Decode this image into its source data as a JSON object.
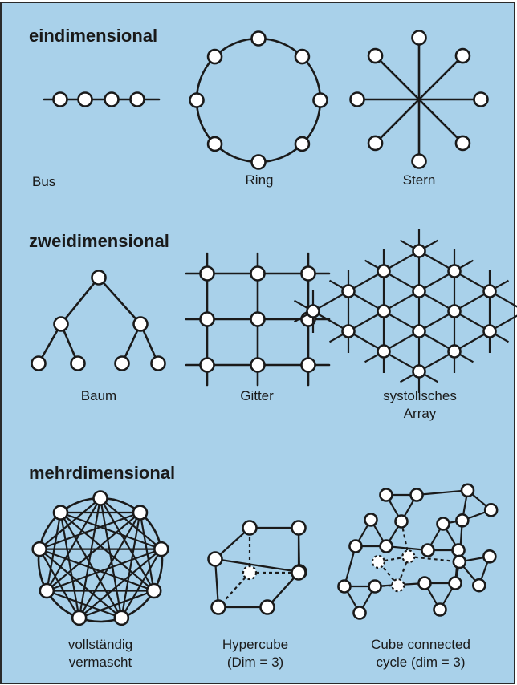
{
  "sections": {
    "one_d": "eindimensional",
    "two_d": "zweidimensional",
    "multi_d": "mehrdimensional"
  },
  "topologies": {
    "bus": "Bus",
    "ring": "Ring",
    "star": "Stern",
    "tree": "Baum",
    "grid": "Gitter",
    "systolic_line1": "systolisches",
    "systolic_line2": "Array",
    "full_line1": "vollständig",
    "full_line2": "vermascht",
    "hypercube_line1": "Hypercube",
    "hypercube_line2": "(Dim = 3)",
    "ccc_line1": "Cube connected",
    "ccc_line2": "cycle (dim = 3)"
  },
  "colors": {
    "panel_background": "#a9d1ea",
    "line": "#1a1a1a",
    "node_fill": "#ffffff"
  }
}
